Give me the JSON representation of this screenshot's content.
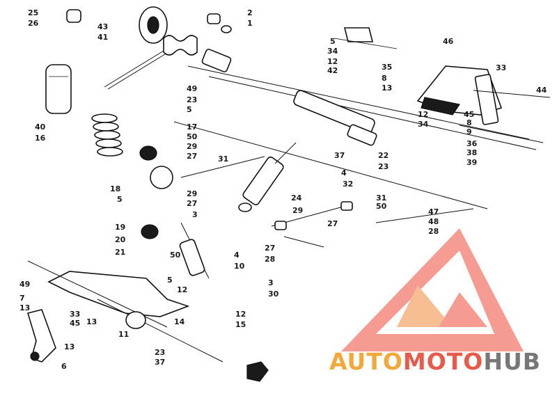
{
  "logo": {
    "word_part_1": "AUTO",
    "word_part_2": "MOTO",
    "word_part_3": "HUB",
    "colors": {
      "orange": "#f2a93a",
      "red": "#e85a4a",
      "gray": "#777777"
    }
  },
  "callouts": [
    "25",
    "26",
    "2",
    "1",
    "43",
    "41",
    "5",
    "46",
    "34",
    "12",
    "42",
    "35",
    "8",
    "33",
    "13",
    "44",
    "49",
    "23",
    "40",
    "16",
    "17",
    "50",
    "29",
    "27",
    "31",
    "45",
    "9",
    "36",
    "37",
    "4",
    "22",
    "38",
    "39",
    "32",
    "18",
    "24",
    "47",
    "48",
    "28",
    "3",
    "19",
    "20",
    "21",
    "10",
    "30",
    "7",
    "14",
    "15",
    "11",
    "6"
  ]
}
